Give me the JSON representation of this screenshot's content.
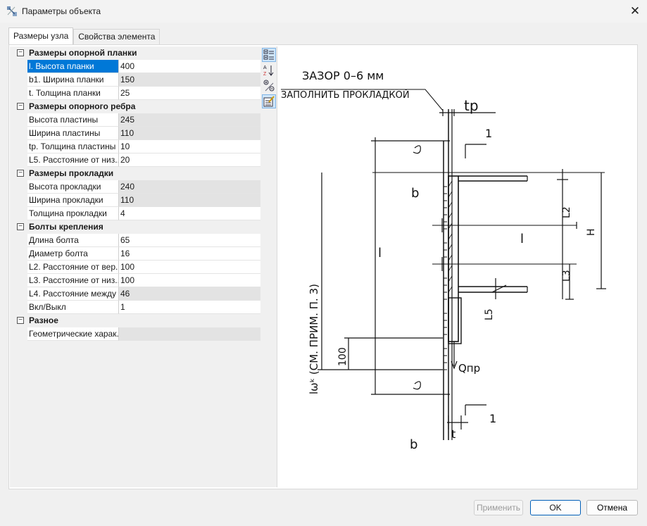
{
  "window": {
    "title": "Параметры объекта",
    "close_glyph": "✕"
  },
  "tabs": [
    {
      "label": "Размеры узла",
      "active": true
    },
    {
      "label": "Свойства элемента",
      "active": false
    }
  ],
  "grid": {
    "collapse_glyph": "−",
    "categories": [
      {
        "label": "Размеры опорной планки",
        "properties": [
          {
            "name": "l. Высота планки",
            "value": "400",
            "selected": true,
            "readonly": false
          },
          {
            "name": "b1. Ширина планки",
            "value": "150",
            "selected": false,
            "readonly": true
          },
          {
            "name": "t. Толщина планки",
            "value": "25",
            "selected": false,
            "readonly": false
          }
        ]
      },
      {
        "label": "Размеры опорного ребра",
        "properties": [
          {
            "name": "Высота пластины",
            "value": "245",
            "selected": false,
            "readonly": true
          },
          {
            "name": "Ширина пластины",
            "value": "110",
            "selected": false,
            "readonly": true
          },
          {
            "name": "tp. Толщина пластины",
            "value": "10",
            "selected": false,
            "readonly": false
          },
          {
            "name": "L5. Расстояние от низ...",
            "value": "20",
            "selected": false,
            "readonly": false
          }
        ]
      },
      {
        "label": "Размеры прокладки",
        "properties": [
          {
            "name": "Высота прокладки",
            "value": "240",
            "selected": false,
            "readonly": true
          },
          {
            "name": "Ширина прокладки",
            "value": "110",
            "selected": false,
            "readonly": true
          },
          {
            "name": "Толщина прокладки",
            "value": "4",
            "selected": false,
            "readonly": false
          }
        ]
      },
      {
        "label": "Болты крепления",
        "properties": [
          {
            "name": "Длина болта",
            "value": "65",
            "selected": false,
            "readonly": false
          },
          {
            "name": "Диаметр болта",
            "value": "16",
            "selected": false,
            "readonly": false
          },
          {
            "name": "L2. Расстояние от вер...",
            "value": "100",
            "selected": false,
            "readonly": false
          },
          {
            "name": "L3. Расстояние от низ...",
            "value": "100",
            "selected": false,
            "readonly": false
          },
          {
            "name": "L4. Расстояние между ...",
            "value": "46",
            "selected": false,
            "readonly": true
          },
          {
            "name": "Вкл/Выкл",
            "value": "1",
            "selected": false,
            "readonly": false
          }
        ]
      },
      {
        "label": "Разное",
        "properties": [
          {
            "name": "Геометрические харак...",
            "value": "",
            "selected": false,
            "readonly": true
          }
        ]
      }
    ]
  },
  "toolbar": {
    "tools": [
      {
        "icon": "categorized-view-icon",
        "active": true
      },
      {
        "icon": "sort-alphabetical-icon",
        "active": false
      },
      {
        "icon": "expand-collapse-icon",
        "active": false
      },
      {
        "icon": "property-pages-icon",
        "active": true
      }
    ]
  },
  "drawing": {
    "gap_note": "ЗАЗОР 0–6 мм",
    "fill_note": "ЗАПОЛНИТЬ ПРОКЛАДКОЙ",
    "labels": {
      "tp": "tр",
      "section_top": "1",
      "section_bottom": "1",
      "b_top": "b",
      "b_bottom": "b",
      "l_main": "l",
      "l_mid": "l",
      "lw": "lωᵏ (СМ. ПРИМ. П. 3)",
      "L2": "L2",
      "L3": "L3",
      "H": "H",
      "L5": "L5",
      "d100": "100",
      "Q": "Qпр",
      "t": "t"
    }
  },
  "buttons": {
    "apply": "Применить",
    "ok": "OK",
    "cancel": "Отмена"
  }
}
